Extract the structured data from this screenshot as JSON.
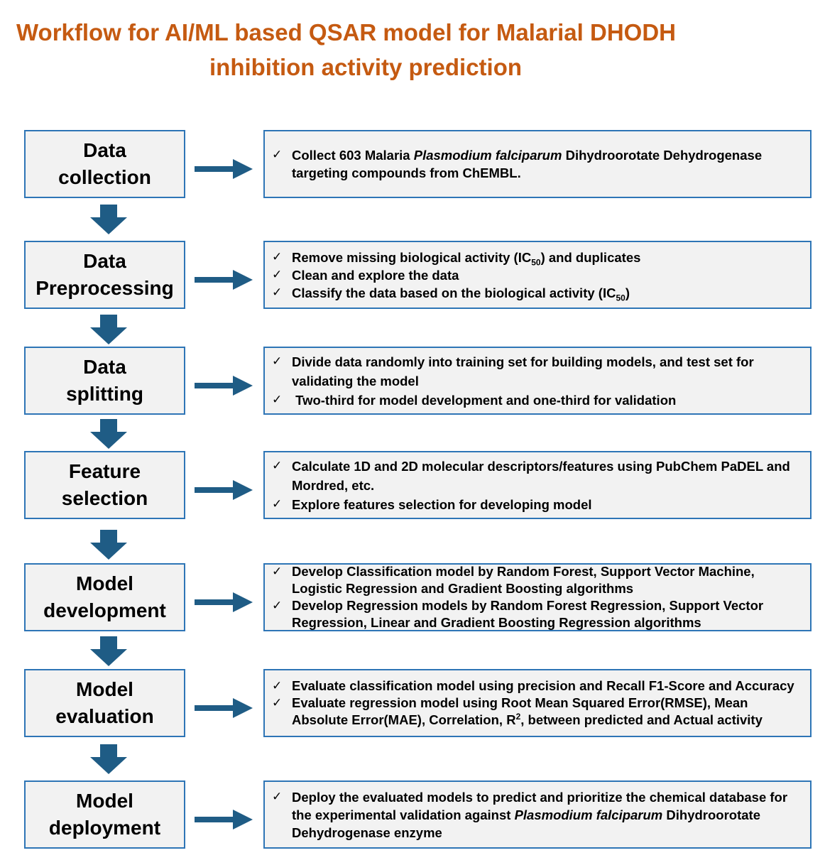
{
  "title": {
    "line1": "Workflow for AI/ML based QSAR model  for Malarial DHODH",
    "line2": "inhibition activity prediction"
  },
  "stages": [
    {
      "label_line1": "Data",
      "label_line2": "collection",
      "bullets": [
        [
          "Collect 603 Malaria ",
          "Plasmodium falciparum",
          " Dihydroorotate Dehydrogenase targeting compounds from ChEMBL."
        ]
      ]
    },
    {
      "label_line1": "Data",
      "label_line2": "Preprocessing",
      "bullets": [
        [
          "Remove missing  biological activity (IC",
          "50",
          ")  and duplicates"
        ],
        [
          "Clean and explore the data"
        ],
        [
          "Classify the data based on the biological activity (IC",
          "50",
          ")"
        ]
      ]
    },
    {
      "label_line1": "Data",
      "label_line2": "splitting",
      "bullets": [
        [
          "Divide data randomly into training set for building models, and test set for validating the model"
        ],
        [
          " Two-third for model development and one-third for validation"
        ]
      ]
    },
    {
      "label_line1": "Feature",
      "label_line2": "selection",
      "bullets": [
        [
          "Calculate 1D and 2D molecular descriptors/features using PubChem PaDEL and  Mordred, etc."
        ],
        [
          "Explore  features selection for  developing model"
        ]
      ]
    },
    {
      "label_line1": "Model",
      "label_line2": "development",
      "bullets": [
        [
          "Develop Classification model by Random Forest, Support Vector Machine, Logistic Regression and Gradient Boosting algorithms"
        ],
        [
          "Develop Regression models by Random Forest Regression, Support Vector Regression, Linear and Gradient Boosting Regression algorithms"
        ]
      ]
    },
    {
      "label_line1": "Model",
      "label_line2": "evaluation",
      "bullets": [
        [
          "Evaluate classification model using precision and Recall F1-Score and Accuracy"
        ],
        [
          "Evaluate regression model using Root Mean Squared Error(RMSE), Mean Absolute Error(MAE), Correlation, R",
          "2",
          ", between predicted and Actual activity"
        ]
      ]
    },
    {
      "label_line1": "Model",
      "label_line2": "deployment",
      "bullets": [
        [
          "Deploy the  evaluated models to predict and prioritize the chemical database  for the experimental validation against ",
          "Plasmodium falciparum",
          " Dihydroorotate Dehydrogenase enzyme"
        ]
      ]
    }
  ],
  "check_symbol": "✓",
  "colors": {
    "title": "#C55A11",
    "box_border": "#2E75B6",
    "box_fill": "#F2F2F2",
    "arrow": "#1F5C85"
  },
  "icons": {
    "right_arrow": "right-arrow-icon",
    "down_arrow": "down-arrow-icon",
    "check": "check-icon"
  }
}
